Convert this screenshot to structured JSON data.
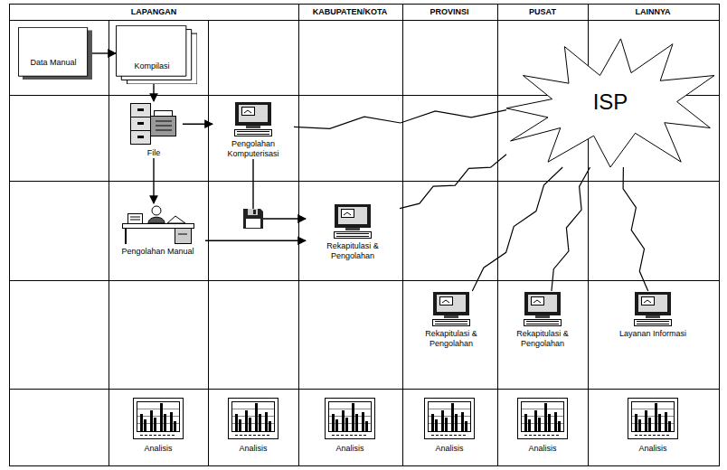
{
  "diagram": {
    "nodes": [
      {
        "text": [
          "Data Manual"
        ]
      },
      {
        "text": [
          "Kompilasi"
        ]
      },
      {
        "text": [
          "File"
        ]
      },
      {
        "text": [
          "Pengolahan Komputerisasi"
        ]
      },
      {
        "text": [
          "Pengolahan Manual"
        ]
      },
      {
        "text": [
          "Rekapitulasi & Pengolahan"
        ]
      },
      {
        "text": [
          "ISP"
        ]
      },
      {
        "text": [
          "Rekapitulasi & Pengolahan"
        ]
      },
      {
        "text": [
          "Rekapitulasi & Pengolahan"
        ]
      },
      {
        "text": [
          "Layanan Informasi"
        ]
      }
    ],
    "edges": [
      {
        "from": 0,
        "to": 1,
        "arrow": "to"
      },
      {
        "from": 1,
        "to": 2,
        "arrow": "to"
      },
      {
        "from": 2,
        "to": 3,
        "arrow": "to"
      },
      {
        "from": 2,
        "to": 4,
        "arrow": "to"
      },
      {
        "from": 4,
        "to": 5,
        "arrow": "to"
      },
      {
        "from": 3,
        "to": 5,
        "arrow": "to"
      },
      {
        "from": 3,
        "to": 6,
        "arrow": "none"
      },
      {
        "from": 5,
        "to": 6,
        "arrow": "none"
      },
      {
        "from": 6,
        "to": 7,
        "arrow": "none"
      },
      {
        "from": 6,
        "to": 8,
        "arrow": "none"
      },
      {
        "from": 6,
        "to": 9,
        "arrow": "none"
      }
    ],
    "labels": [
      "LAPANGAN",
      "KABUPATEN/KOTA",
      "PROVINSI",
      "PUSAT",
      "LAINNYA",
      "Analisis",
      "Analisis",
      "Analisis",
      "Analisis",
      "Analisis",
      "Analisis"
    ]
  }
}
